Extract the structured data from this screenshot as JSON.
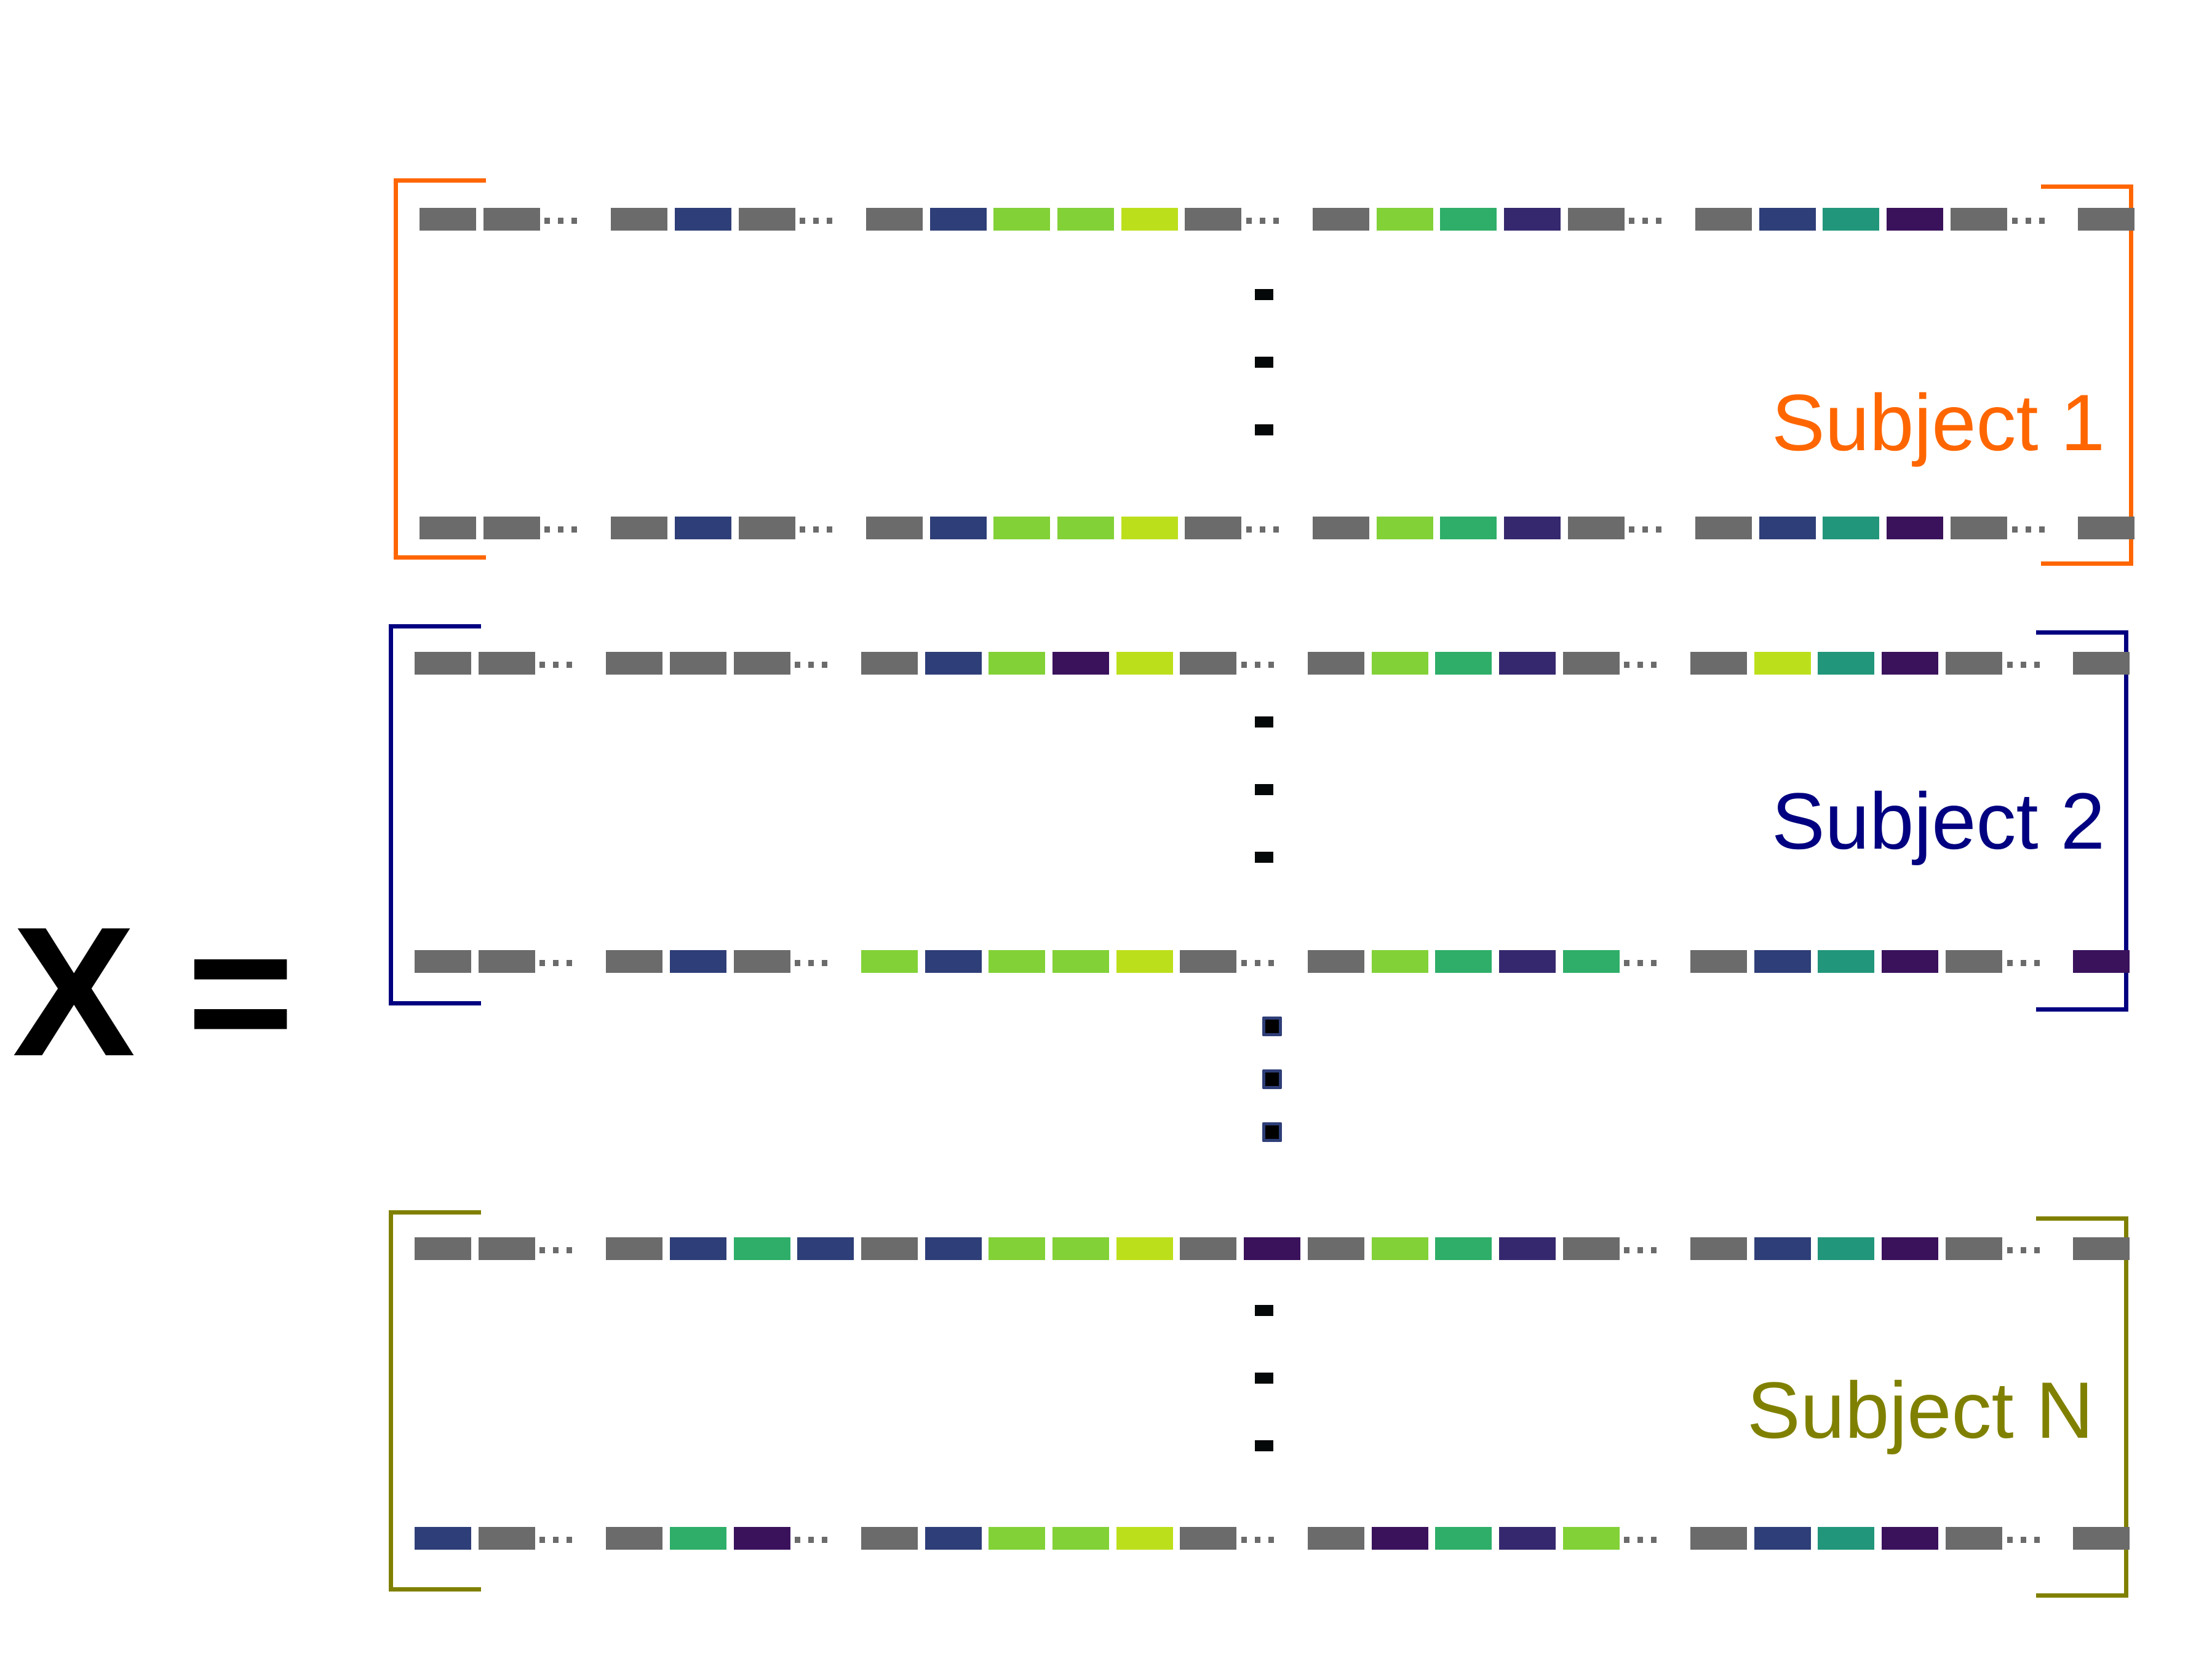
{
  "lhs": "X =",
  "palette": {
    "G": "#6b6b6b",
    "B": "#2e3e78",
    "L": "#82d137",
    "Y": "#bcdf1b",
    "E": "#2eae68",
    "I": "#36286e",
    "T": "#21967a",
    "P": "#3a125c"
  },
  "blocks": [
    {
      "label": "Subject 1",
      "color": "#ff6600",
      "rows": [
        "G G . G B G . G B L L Y G . G L E I G . G B T P G . G",
        "G G . G B G . G B L L Y G . G L E I G . G B T P G . G"
      ]
    },
    {
      "label": "Subject 2",
      "color": "#000080",
      "rows": [
        "G G . G G G . G B L P Y G . G L E I G . G Y T P G . G",
        "G G . G B G . L B L L Y G . G L E I E . G B T P G . P"
      ]
    },
    {
      "label": "Subject N",
      "color": "#808000",
      "rows": [
        "G G . G B E B G B L L Y G P G L E I G . G B T P G . G",
        "B G . G E P . G B L L Y G . G P E I L . G B T P G . G"
      ]
    }
  ]
}
